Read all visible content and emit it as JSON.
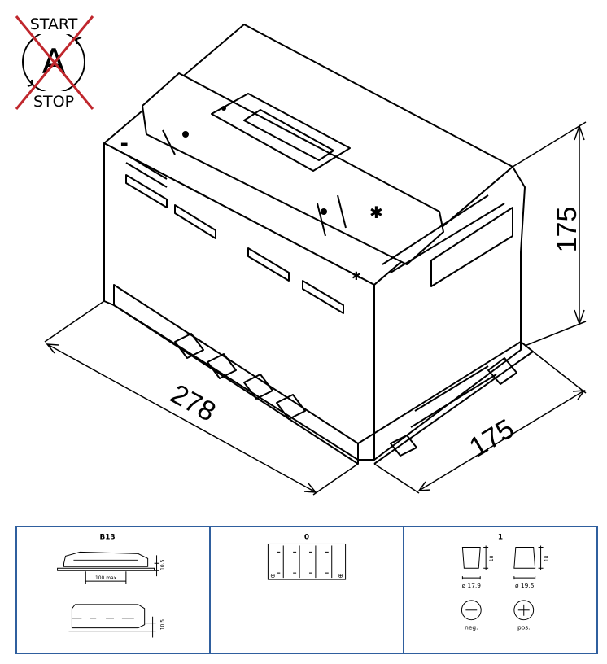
{
  "start_stop": {
    "top": "START",
    "center": "A",
    "bottom": "STOP"
  },
  "dimensions": {
    "height": "175",
    "length": "278",
    "width": "175"
  },
  "specs": {
    "holddown": {
      "code": "B13",
      "dim_top": "10,5",
      "max_label": "100 max",
      "dim_bottom": "10,5"
    },
    "layout": {
      "code": "0",
      "neg": "⊖",
      "pos": "⊕"
    },
    "terminal": {
      "code": "1",
      "neg_height": "18",
      "pos_height": "18",
      "neg_diameter": "ø 17,9",
      "pos_diameter": "ø 19,5",
      "neg_label": "neg.",
      "pos_label": "pos."
    }
  },
  "colors": {
    "border": "#2f5f9e",
    "cross": "#c0272d"
  }
}
